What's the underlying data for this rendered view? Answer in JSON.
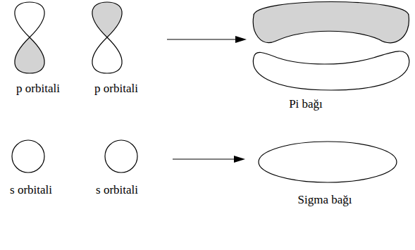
{
  "diagram": {
    "labels": [
      "p orbitali",
      "p orbitali",
      "Pi bağı",
      "s orbitali",
      "s orbitali",
      "Sigma bağı"
    ]
  }
}
